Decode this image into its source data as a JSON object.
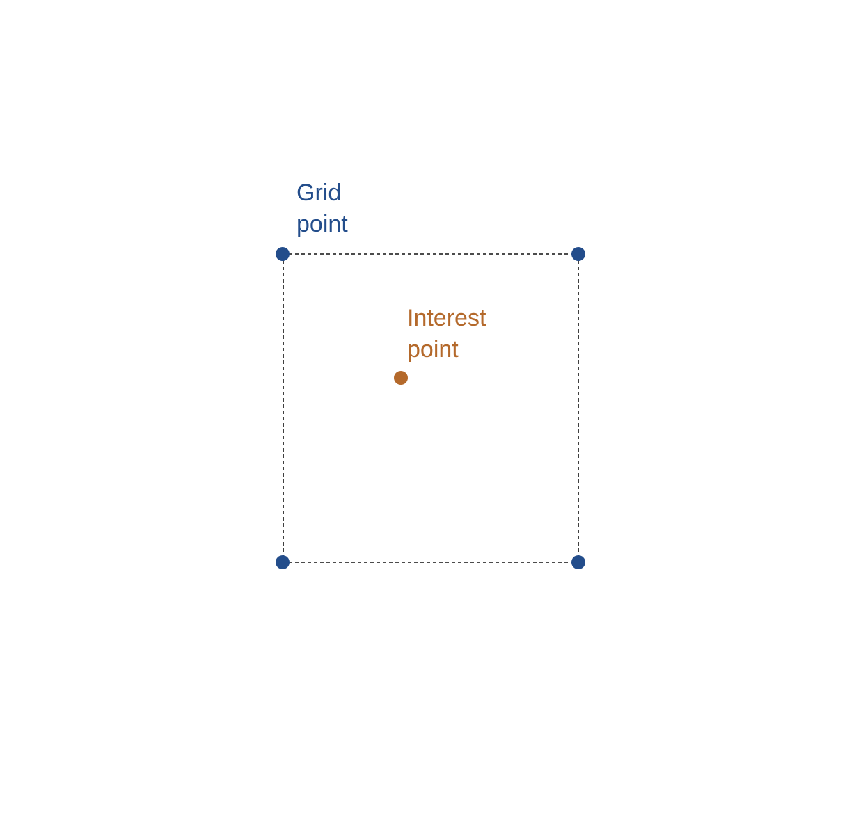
{
  "colors": {
    "grid_point": "#234d8b",
    "interest_point": "#b4692b",
    "grid_line": "#111111",
    "background": "#ffffff"
  },
  "labels": {
    "grid_point": {
      "line1": "Grid",
      "line2": "point"
    },
    "interest_point": {
      "line1": "Interest",
      "line2": "point"
    }
  }
}
